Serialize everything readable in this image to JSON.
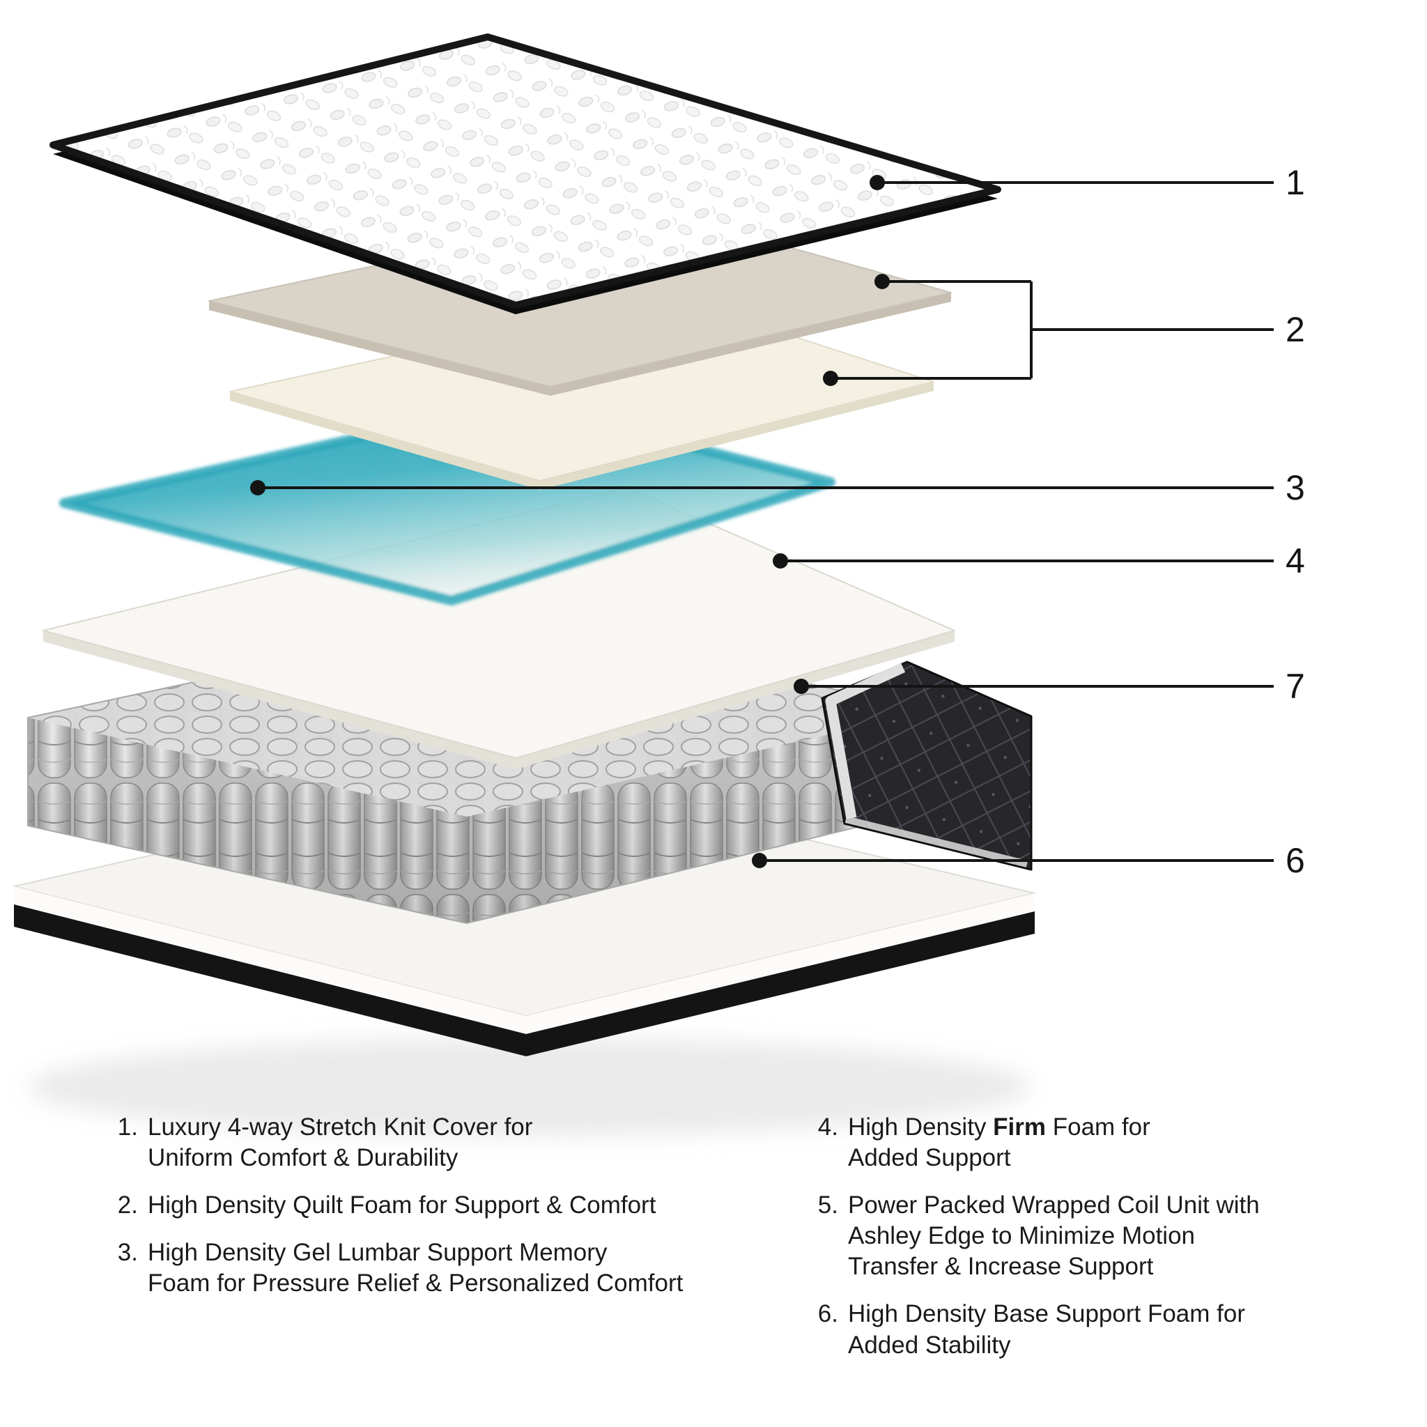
{
  "diagram": {
    "callouts": [
      {
        "label": "1"
      },
      {
        "label": "2"
      },
      {
        "label": "3"
      },
      {
        "label": "4"
      },
      {
        "label": "7"
      },
      {
        "label": "6"
      }
    ],
    "colors": {
      "background": "#ffffff",
      "callout_line": "#141414",
      "cover_border": "#161616",
      "quilt_foam_top": "#d9d3c8",
      "quilt_foam_bottom": "#f4f1e3",
      "gel": "#2da7ba",
      "gel_mid": "#4cb6c6",
      "firm_foam": "#f8f7f3",
      "coil": "#c6c6c6",
      "edge_fabric": "#27272b",
      "base_foam": "#f5f4f1",
      "base_rim": "#141414",
      "text": "#1a1a1a"
    }
  },
  "legend": {
    "items": [
      {
        "num": "1.",
        "text": "Luxury 4-way Stretch Knit Cover for\nUniform Comfort & Durability"
      },
      {
        "num": "2.",
        "text": "High Density Quilt Foam for Support & Comfort"
      },
      {
        "num": "3.",
        "text": "High Density Gel Lumbar Support Memory\nFoam for Pressure Relief & Personalized Comfort"
      },
      {
        "num": "4.",
        "text_before": "High Density ",
        "text_bold": "Firm",
        "text_after": " Foam for\nAdded Support"
      },
      {
        "num": "5.",
        "text": "Power Packed Wrapped Coil Unit with\nAshley Edge to Minimize Motion\nTransfer & Increase Support"
      },
      {
        "num": "6.",
        "text": "High Density Base Support Foam for\nAdded Stability"
      }
    ]
  }
}
